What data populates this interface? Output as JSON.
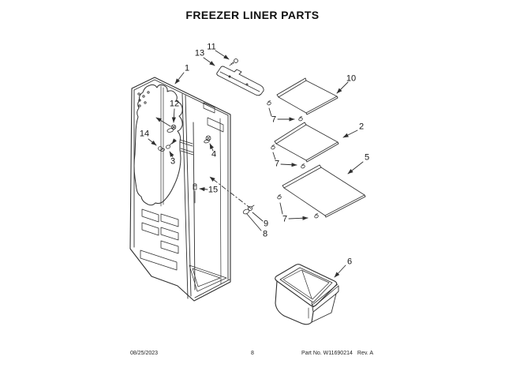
{
  "title": "FREEZER LINER PARTS",
  "callouts": {
    "c1": "1",
    "c2": "2",
    "c3": "3",
    "c4": "4",
    "c5": "5",
    "c6": "6",
    "c7": "7",
    "c8": "8",
    "c9": "9",
    "c10": "10",
    "c11": "11",
    "c12": "12",
    "c13": "13",
    "c14": "14",
    "c15": "15"
  },
  "footer": {
    "date": "08/25/2023",
    "page_number": "8",
    "part_no": "Part No. W11690214",
    "revision": "Rev. A"
  },
  "colors": {
    "ink": "#151515",
    "line": "#2f2f2f",
    "paper": "#ffffff"
  }
}
